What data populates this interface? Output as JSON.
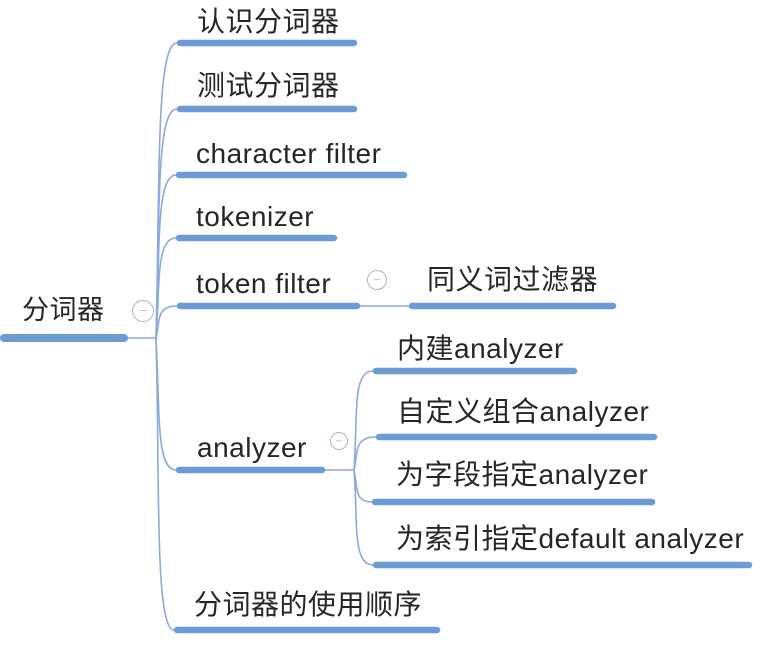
{
  "diagram": {
    "type": "mindmap",
    "root": {
      "label": "分词器"
    },
    "children": [
      {
        "label": "认识分词器"
      },
      {
        "label": "测试分词器"
      },
      {
        "label": "character filter"
      },
      {
        "label": "tokenizer"
      },
      {
        "label": "token filter",
        "children": [
          {
            "label": "同义词过滤器"
          }
        ]
      },
      {
        "label": "analyzer",
        "children": [
          {
            "label": "内建analyzer"
          },
          {
            "label": "自定义组合analyzer"
          },
          {
            "label": "为字段指定analyzer"
          },
          {
            "label": "为索引指定default analyzer"
          }
        ]
      },
      {
        "label": "分词器的使用顺序"
      }
    ],
    "icons": {
      "collapse_glyph": "—"
    },
    "colors": {
      "branch_bar": "#6d9bd5",
      "connector_line": "#8fa9d9",
      "toggle_border": "#a9b4cc",
      "text": "#262626"
    }
  }
}
